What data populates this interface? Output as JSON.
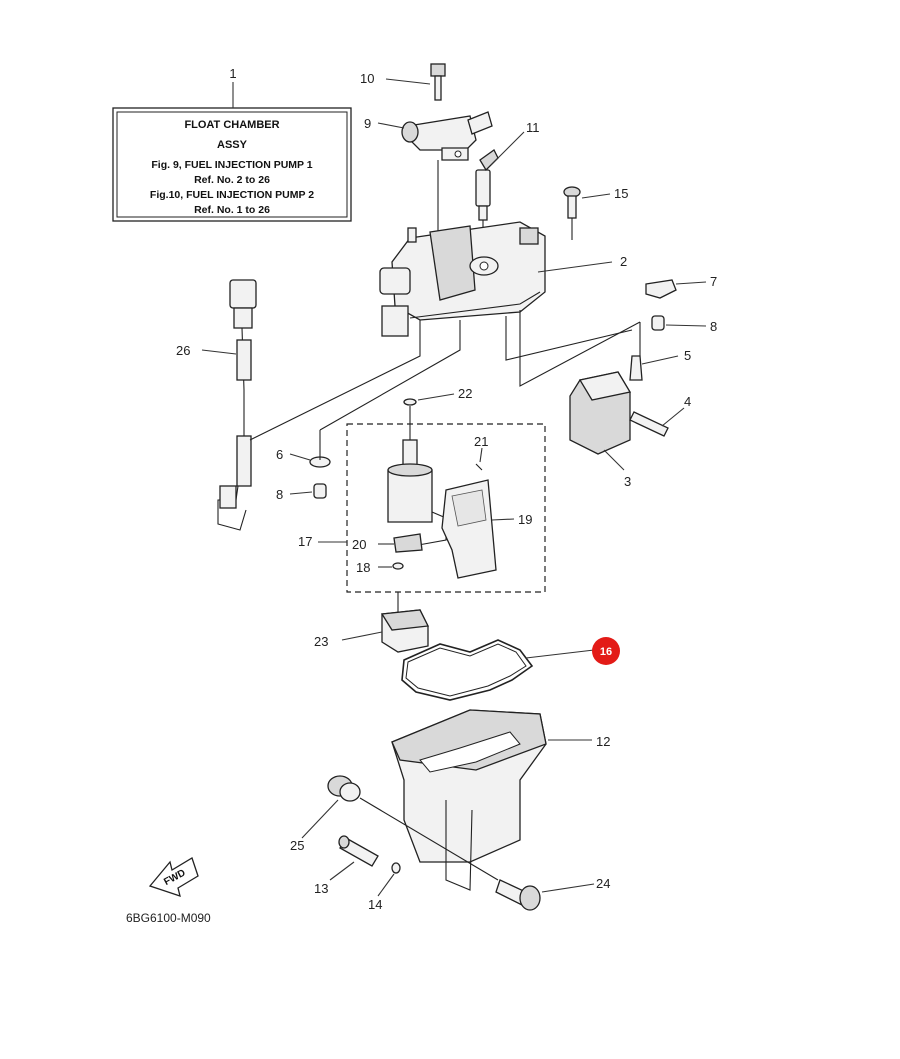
{
  "note_box": {
    "title": "FLOAT CHAMBER",
    "subtitle": "ASSY",
    "lines": [
      "Fig.  9, FUEL INJECTION PUMP 1",
      "Ref. No. 2 to 26",
      "Fig.10, FUEL INJECTION PUMP 2",
      "Ref. No. 1 to 26"
    ]
  },
  "callouts": {
    "c1": "1",
    "c2": "2",
    "c3": "3",
    "c4": "4",
    "c5": "5",
    "c6": "6",
    "c7": "7",
    "c8a": "8",
    "c8b": "8",
    "c9": "9",
    "c10": "10",
    "c11": "11",
    "c12": "12",
    "c13": "13",
    "c14": "14",
    "c15": "15",
    "c16": "16",
    "c17": "17",
    "c18": "18",
    "c19": "19",
    "c20": "20",
    "c21": "21",
    "c22": "22",
    "c23": "23",
    "c24": "24",
    "c25": "25",
    "c26": "26"
  },
  "fwd_label": "FWD",
  "diagram_code": "6BG6100-M090",
  "highlight_color": "#e31b17"
}
